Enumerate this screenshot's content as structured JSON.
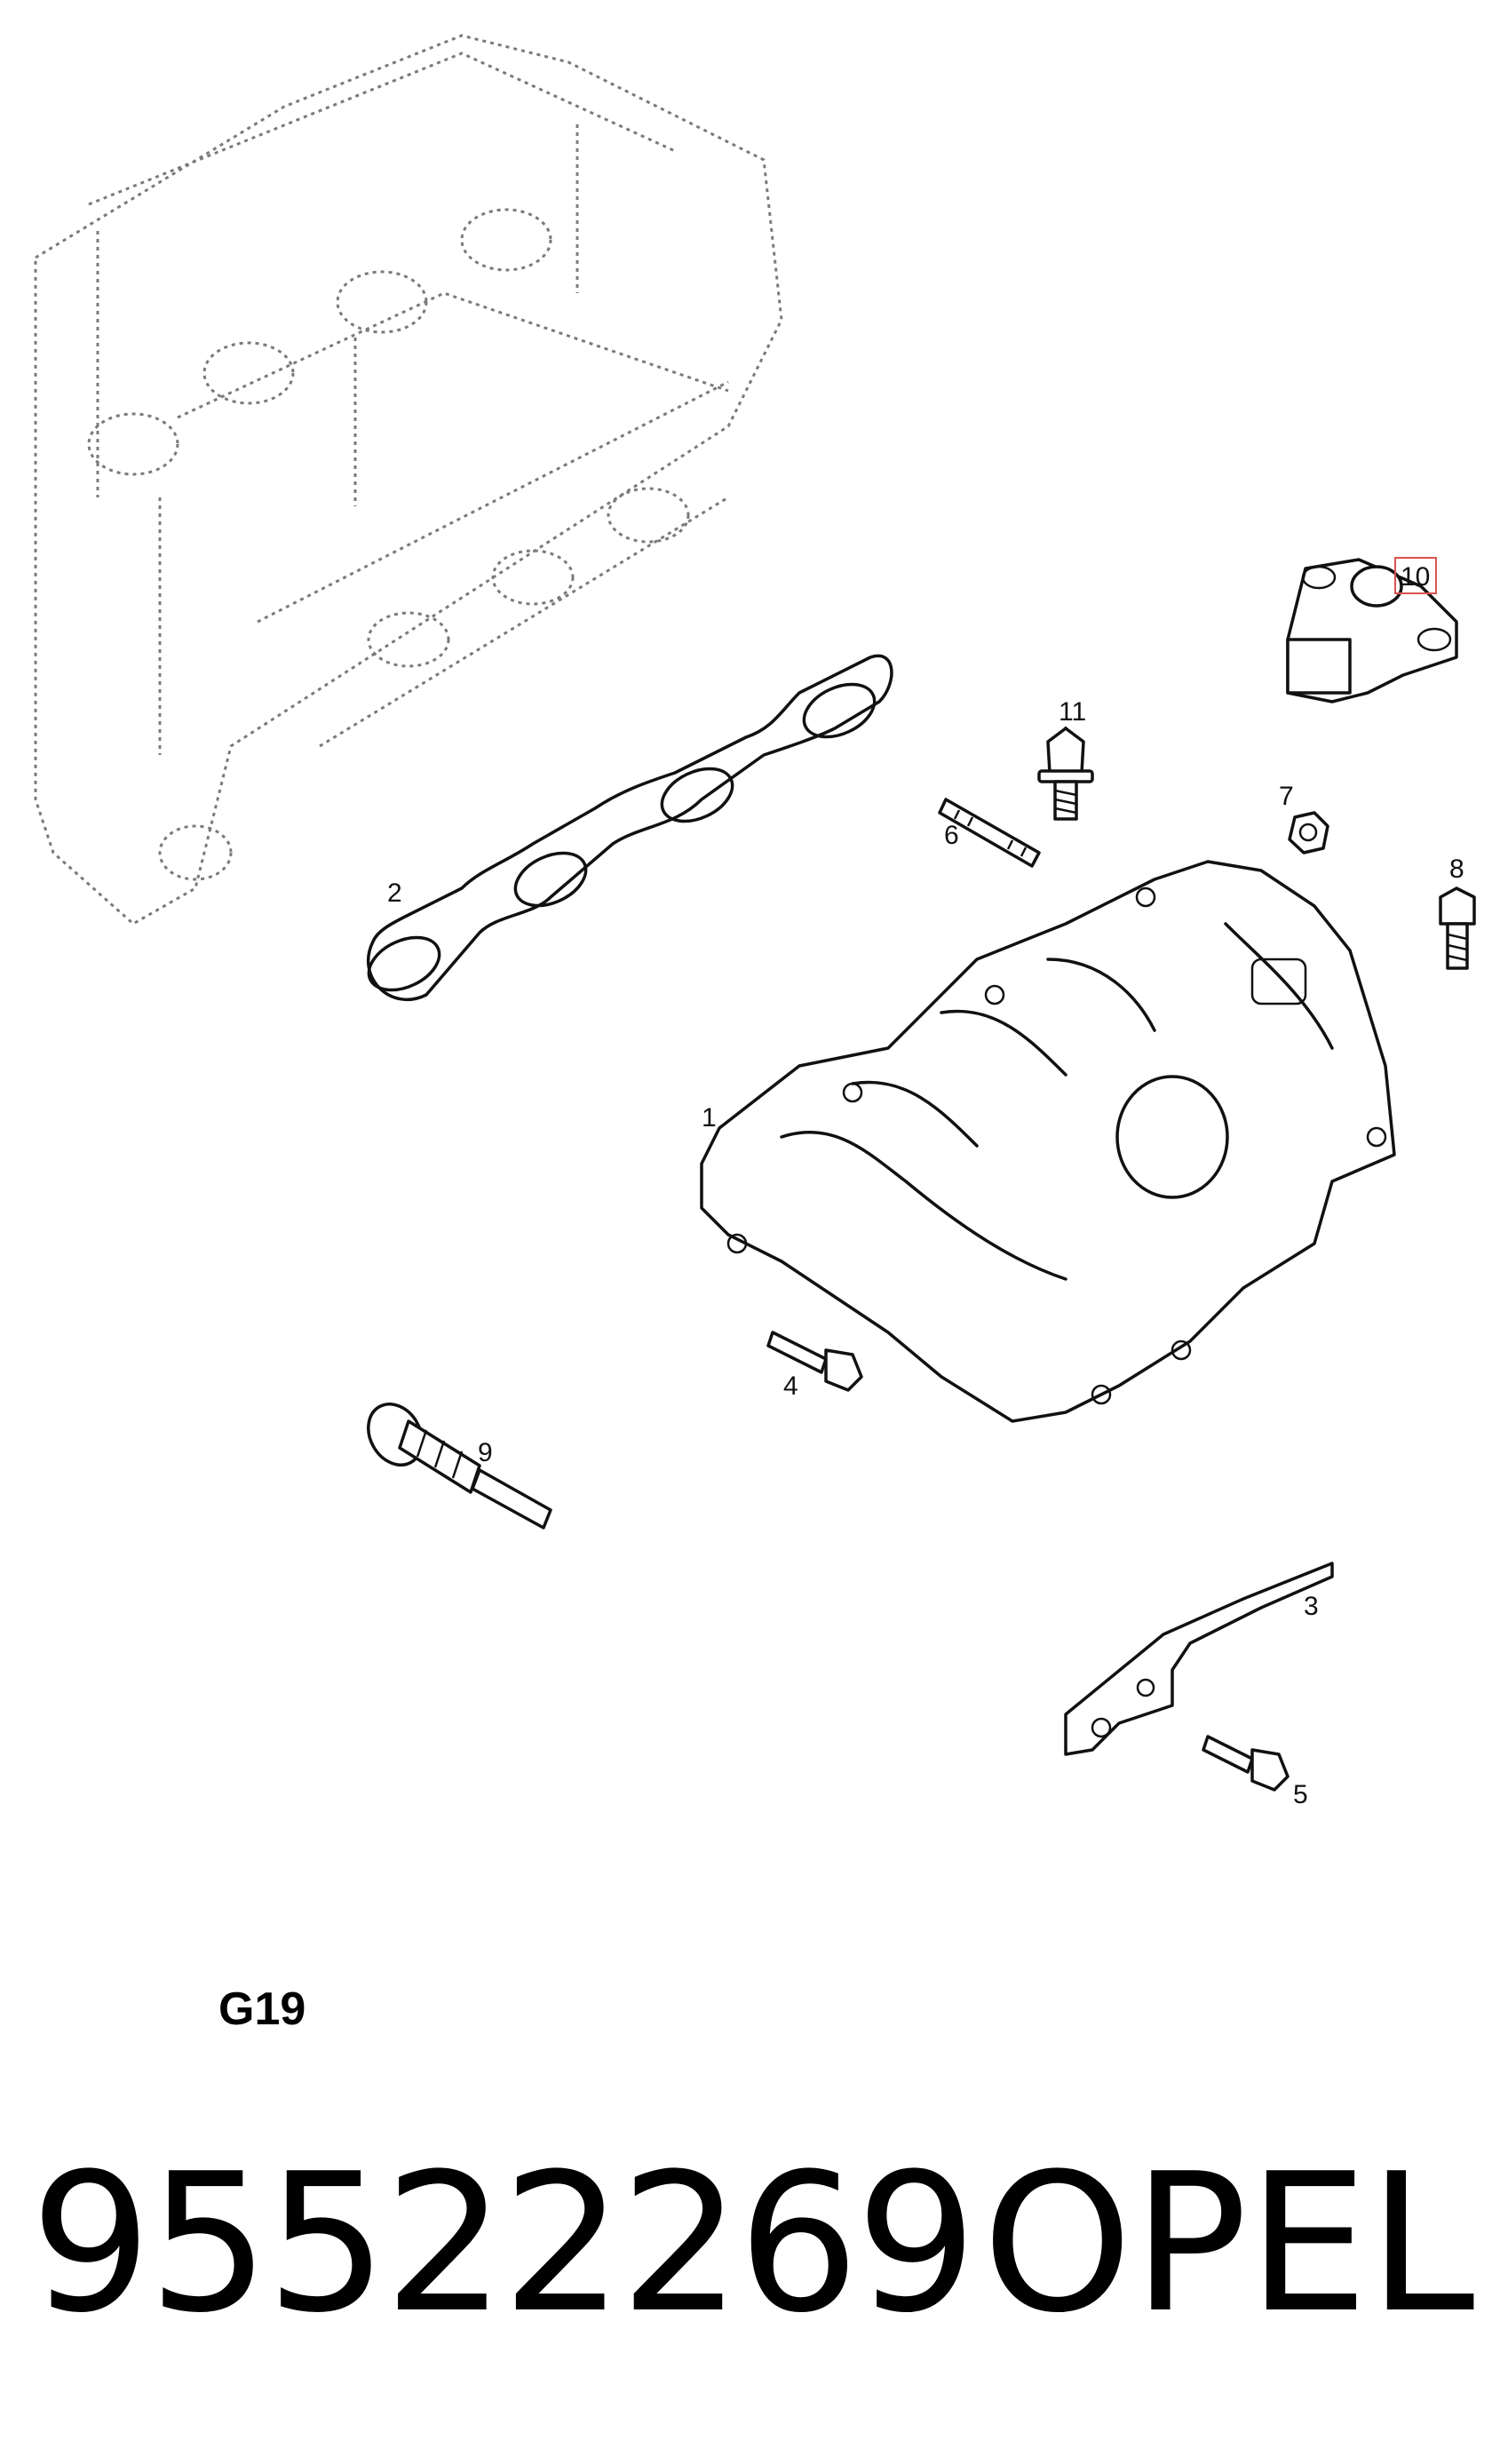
{
  "diagram": {
    "section_code": "G19",
    "part_number": "95522269",
    "brand": "OPEL",
    "callouts": [
      {
        "id": "1",
        "label": "1"
      },
      {
        "id": "2",
        "label": "2"
      },
      {
        "id": "3",
        "label": "3"
      },
      {
        "id": "4",
        "label": "4"
      },
      {
        "id": "5",
        "label": "5"
      },
      {
        "id": "6",
        "label": "6"
      },
      {
        "id": "7",
        "label": "7"
      },
      {
        "id": "8",
        "label": "8"
      },
      {
        "id": "9",
        "label": "9"
      },
      {
        "id": "10",
        "label": "10",
        "highlighted": true
      },
      {
        "id": "11",
        "label": "11"
      }
    ],
    "colors": {
      "line": "#111111",
      "engine_outline": "#7a7a7a",
      "highlight": "#d9534f",
      "background": "#ffffff"
    }
  }
}
